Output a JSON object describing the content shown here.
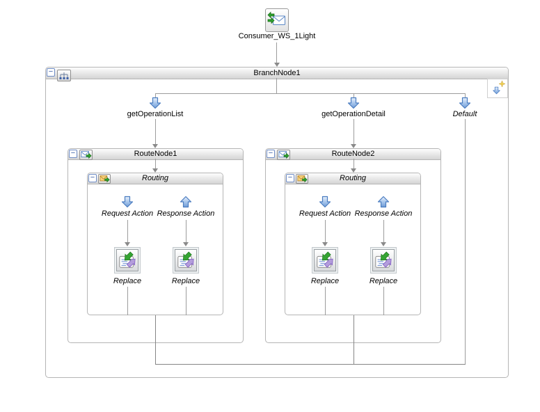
{
  "proxy_service": {
    "label": "Consumer_WS_1Light"
  },
  "branch_node": {
    "title": "BranchNode1",
    "branches": [
      {
        "label": "getOperationList"
      },
      {
        "label": "getOperationDetail"
      },
      {
        "label": "Default"
      }
    ]
  },
  "route_nodes": [
    {
      "title": "RouteNode1",
      "routing": {
        "title": "Routing",
        "request_label": "Request Action",
        "response_label": "Response Action",
        "request_action": "Replace",
        "response_action": "Replace"
      }
    },
    {
      "title": "RouteNode2",
      "routing": {
        "title": "Routing",
        "request_label": "Request Action",
        "response_label": "Response Action",
        "request_action": "Replace",
        "response_action": "Replace"
      }
    }
  ],
  "glyphs": {
    "collapse": "−"
  },
  "colors": {
    "arrow_blue_fill": "#9dbde8",
    "arrow_blue_border": "#4a7cc0",
    "arrow_green": "#2fa12f",
    "arrow_purple": "#b39ddb",
    "connector_gray": "#9c9c9c",
    "merge_line_gray": "#868686",
    "box_border": "#b5b5b5",
    "header_gradient_end": "#d4d4d4"
  }
}
